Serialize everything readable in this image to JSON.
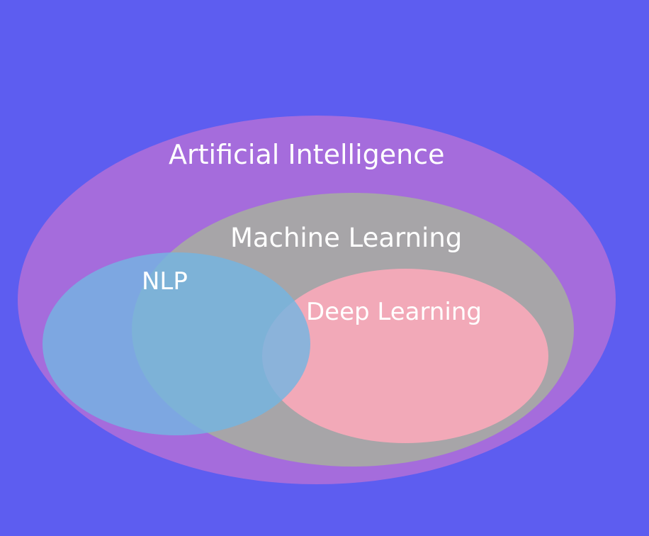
{
  "diagram": {
    "type": "venn",
    "colors": {
      "background": "#5d5df0",
      "artificial_intelligence": "#a56cdc",
      "machine_learning": "#a7a5a8",
      "deep_learning": "#f2a9b8",
      "nlp": "#7bb6df"
    },
    "sets": {
      "artificial_intelligence": "Artificial Intelligence",
      "machine_learning": "Machine Learning",
      "deep_learning": "Deep Learning",
      "nlp": "NLP"
    }
  }
}
